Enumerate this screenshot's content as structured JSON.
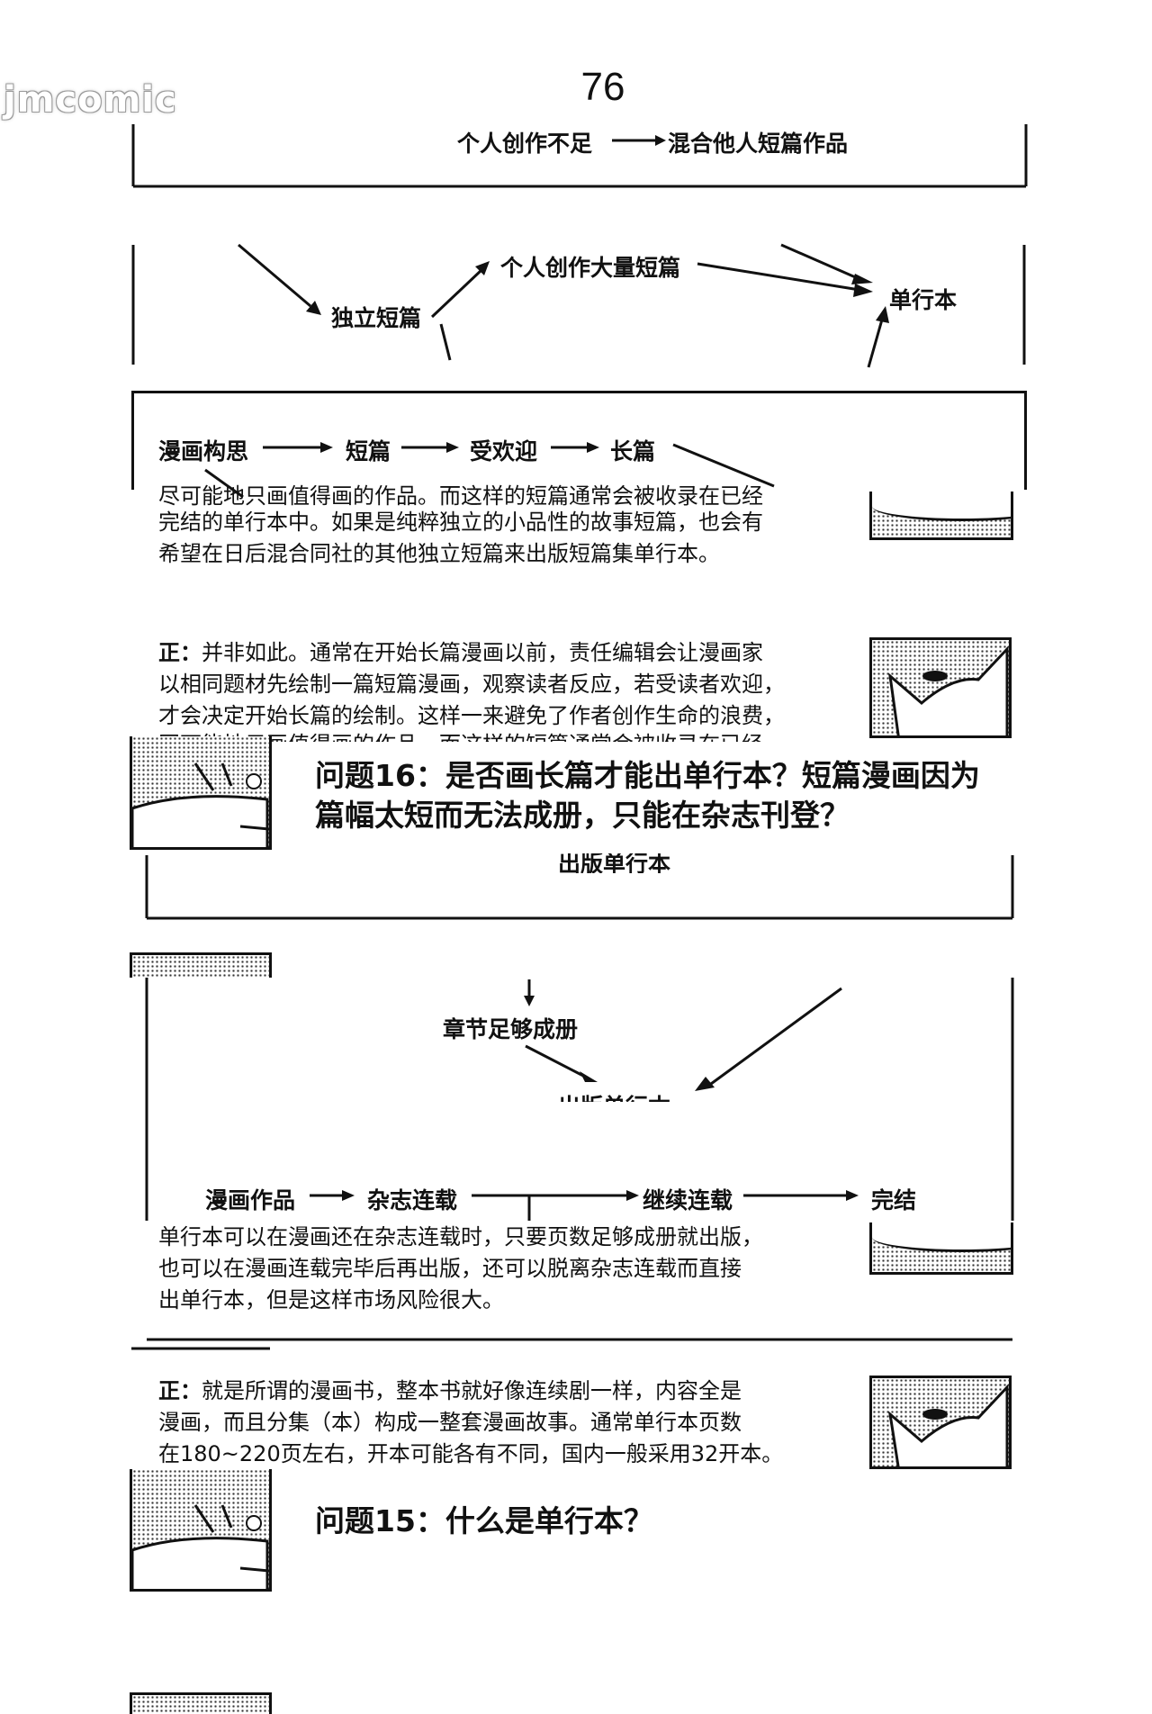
{
  "watermark": "jmcomic",
  "page_number": "76",
  "sections": {
    "top": {
      "lines": [
        "个人创作不足",
        "混合他人短篇作品"
      ]
    },
    "diagram_short": {
      "individual_short": "独立短篇",
      "many_short": "个人创作大量短篇",
      "volume": "单行本",
      "flow": [
        "漫画构思",
        "短篇",
        "受欢迎",
        "长篇"
      ]
    },
    "answer16": {
      "lines": [
        "尽可能地只画值得画的作品。而这样的短篇通常会被收录在已经",
        "完结的单行本中。如果是纯粹独立的小品性的故事短篇，也会有",
        "希望在日后混合同社的其他独立短篇来出版短篇集单行本。"
      ]
    },
    "answer16_main": {
      "prefix": "正：",
      "lines": [
        "并非如此。通常在开始长篇漫画以前，责任编辑会让漫画家",
        "以相同题材先绘制一篇短篇漫画，观察读者反应，若受读者欢迎，",
        "才会决定开始长篇的绘制。这样一来避免了作者创作生命的浪费，",
        "同可能地只画值得画的作品。而这样的短篇通常会被收录在已经"
      ]
    },
    "question16": {
      "lines": [
        "问题16：是否画长篇才能出单行本？短篇漫画因为",
        "篇幅太短而无法成册，只能在杂志刊登？"
      ]
    },
    "publish_label_top": "出版单行本",
    "diagram_serial": {
      "chapters": "章节足够成册",
      "publish": "出版单行本",
      "flow": [
        "漫画作品",
        "杂志连载",
        "继续连载",
        "完结"
      ]
    },
    "answer15_tail": {
      "lines": [
        "单行本可以在漫画还在杂志连载时，只要页数足够成册就出版，",
        "也可以在漫画连载完毕后再出版，还可以脱离杂志连载而直接",
        "出单行本，但是这样市场风险很大。"
      ]
    },
    "answer15_main": {
      "prefix": "正：",
      "lines": [
        "就是所谓的漫画书，整本书就好像连续剧一样，内容全是",
        "漫画，而且分集（本）构成一整套漫画故事。通常单行本页数",
        "在180~220页左右，开本可能各有不同，国内一般采用32开本。"
      ]
    },
    "question15": {
      "text": "问题15：什么是单行本？"
    }
  }
}
